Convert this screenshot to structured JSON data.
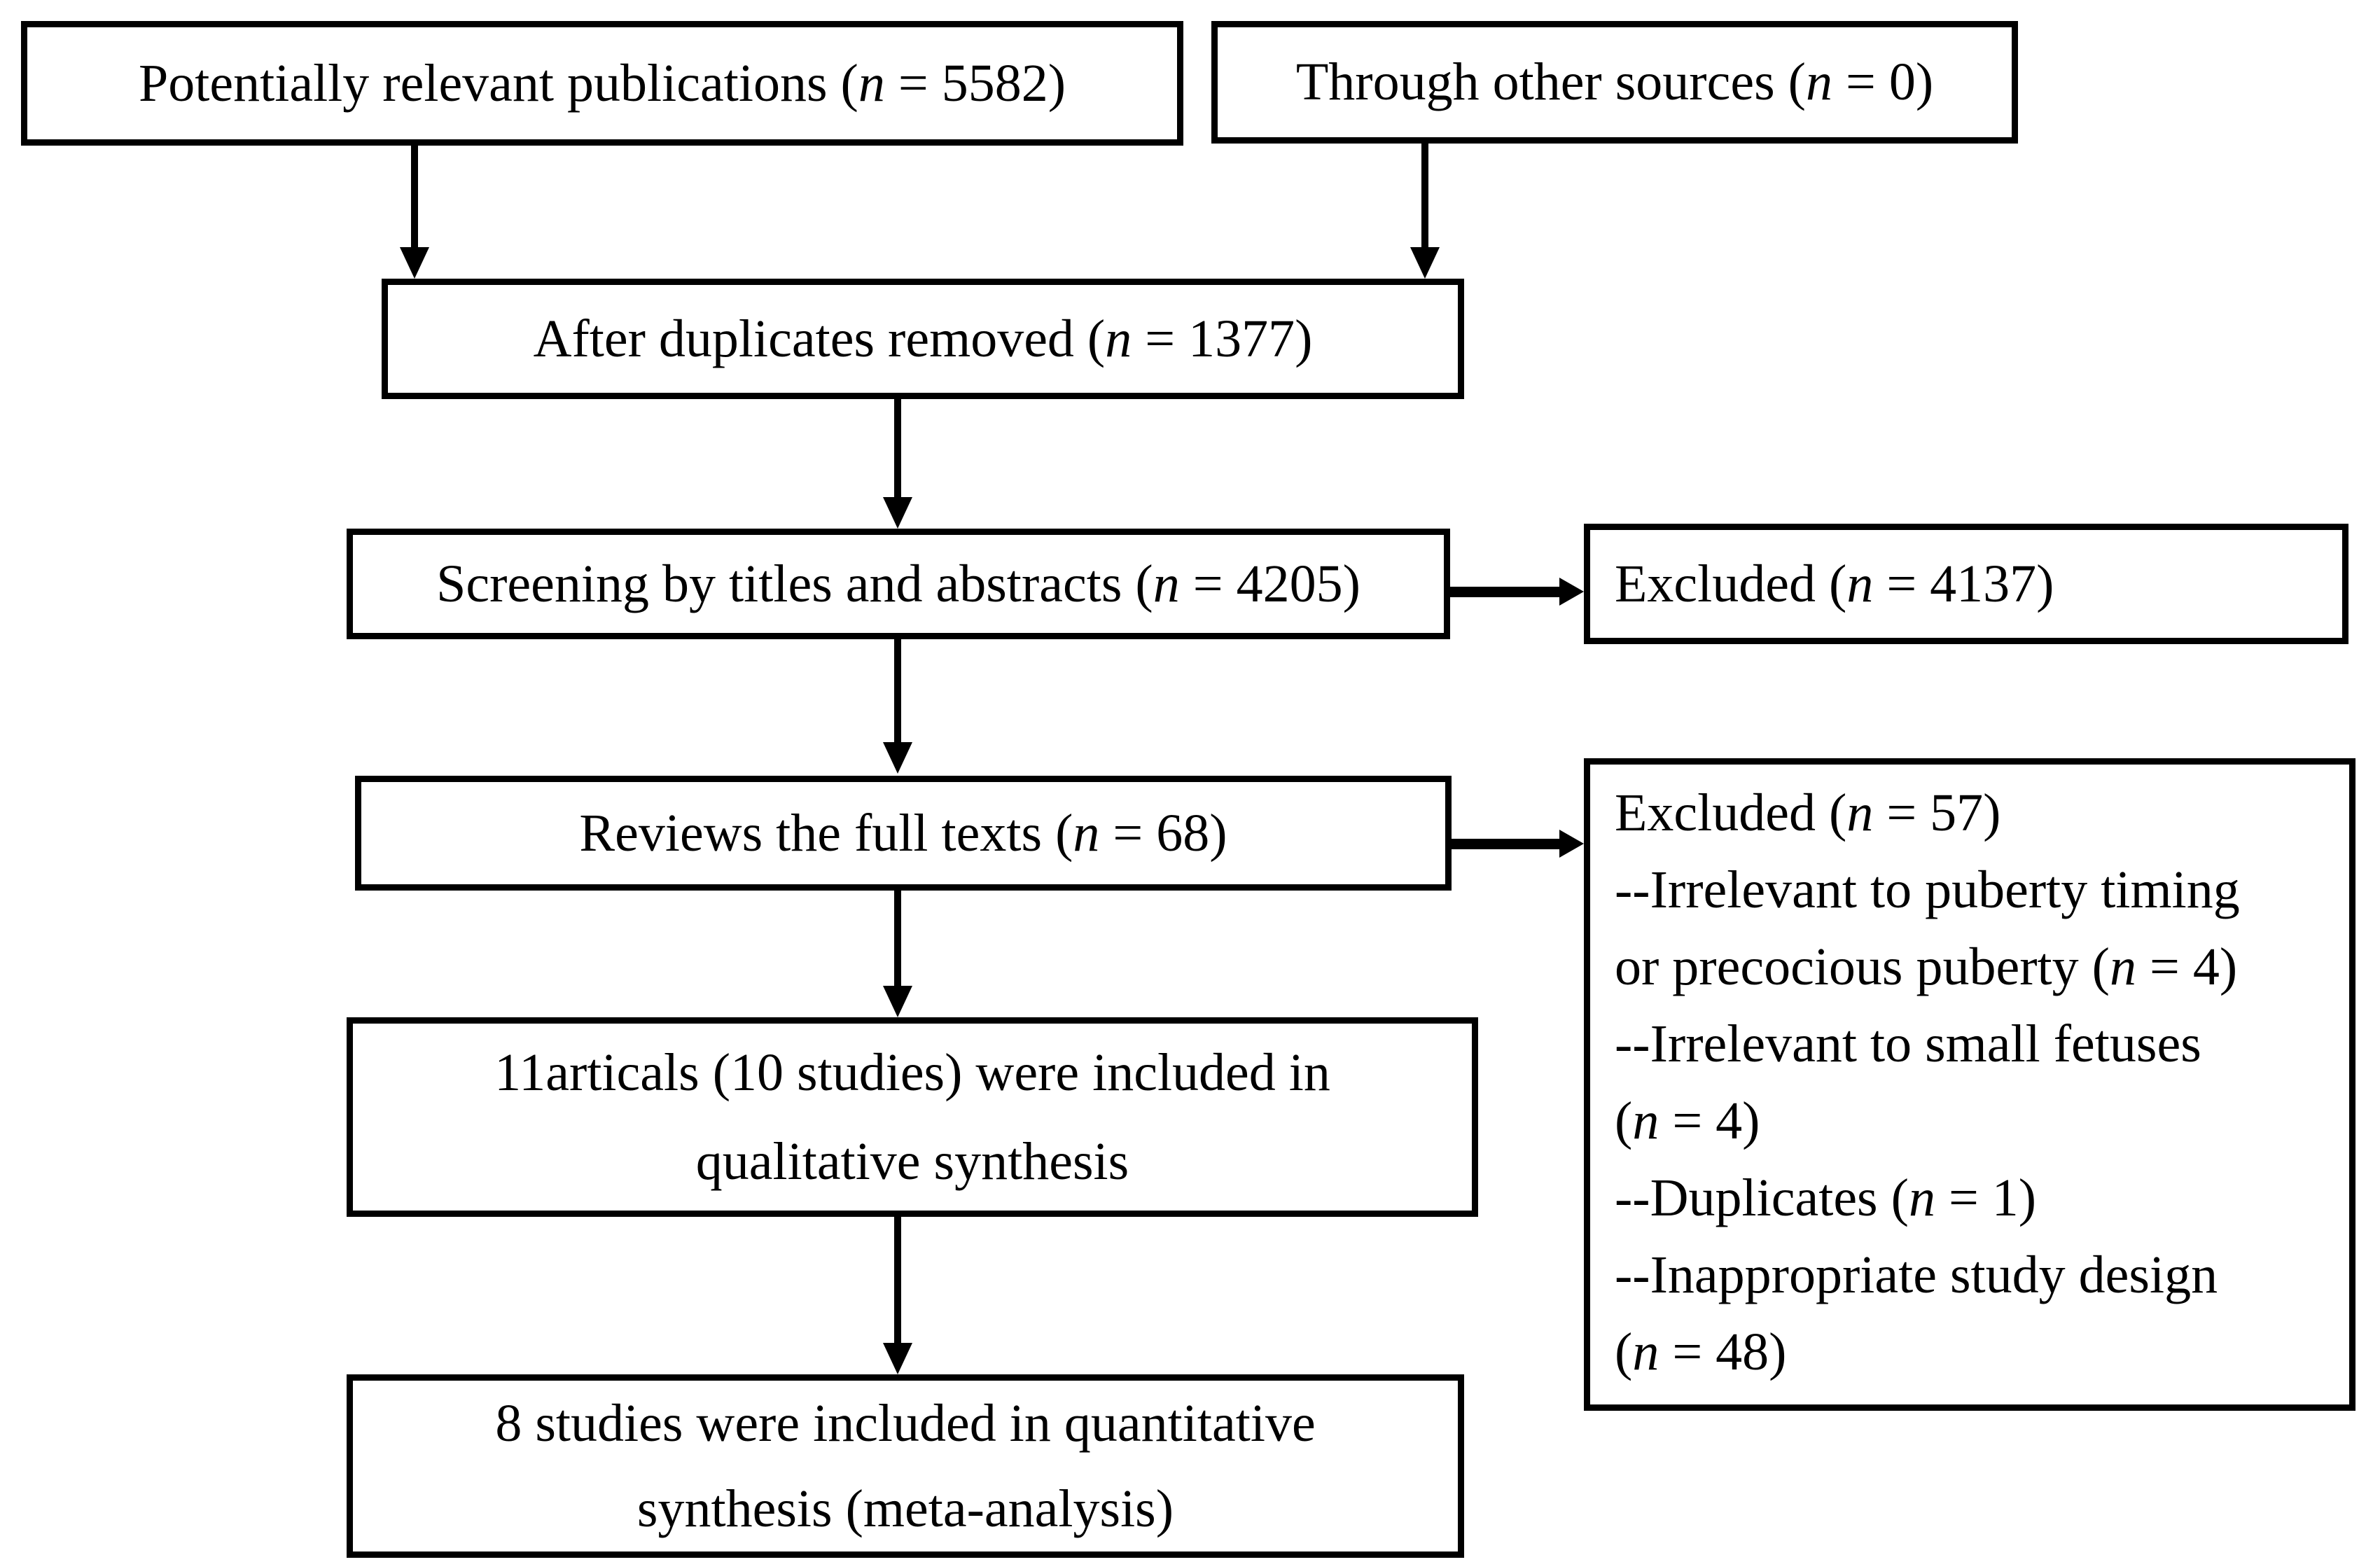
{
  "diagram": {
    "title": "Study selection flow diagram (PRISMA-style)",
    "colors": {
      "border": "#000000",
      "text": "#000000",
      "background": "#ffffff"
    },
    "boxes": {
      "potentially_relevant": "Potentially relevant publications (n = 5582)",
      "other_sources": "Through other sources (n = 0)",
      "after_duplicates": "After duplicates removed (n = 1377)",
      "screening": "Screening by titles and abstracts (n = 4205)",
      "excluded_screening": "Excluded (n = 4137)",
      "full_text_review": "Reviews the full texts (n = 68)",
      "excluded_full_text": "Excluded (n = 57)\n--Irrelevant to puberty timing\nor precocious puberty (n = 4)\n--Irrelevant to small fetuses\n(n = 4)\n--Duplicates (n = 1)\n--Inappropriate study design\n(n = 48)",
      "qualitative_synthesis": "11articals (10 studies) were included in\nqualitative synthesis",
      "quantitative_synthesis": "8 studies were included in quantitative\nsynthesis (meta-analysis)"
    },
    "counts": {
      "potentially_relevant": 5582,
      "other_sources": 0,
      "after_duplicates": 1377,
      "screened": 4205,
      "excluded_screening": 4137,
      "full_text_reviewed": 68,
      "excluded_full_text_total": 57,
      "excluded_irrelevant_puberty_timing": 4,
      "excluded_irrelevant_small_fetuses": 4,
      "excluded_duplicates": 1,
      "excluded_inappropriate_design": 48,
      "qualitative_articles": 11,
      "qualitative_studies": 10,
      "quantitative_studies": 8
    }
  }
}
